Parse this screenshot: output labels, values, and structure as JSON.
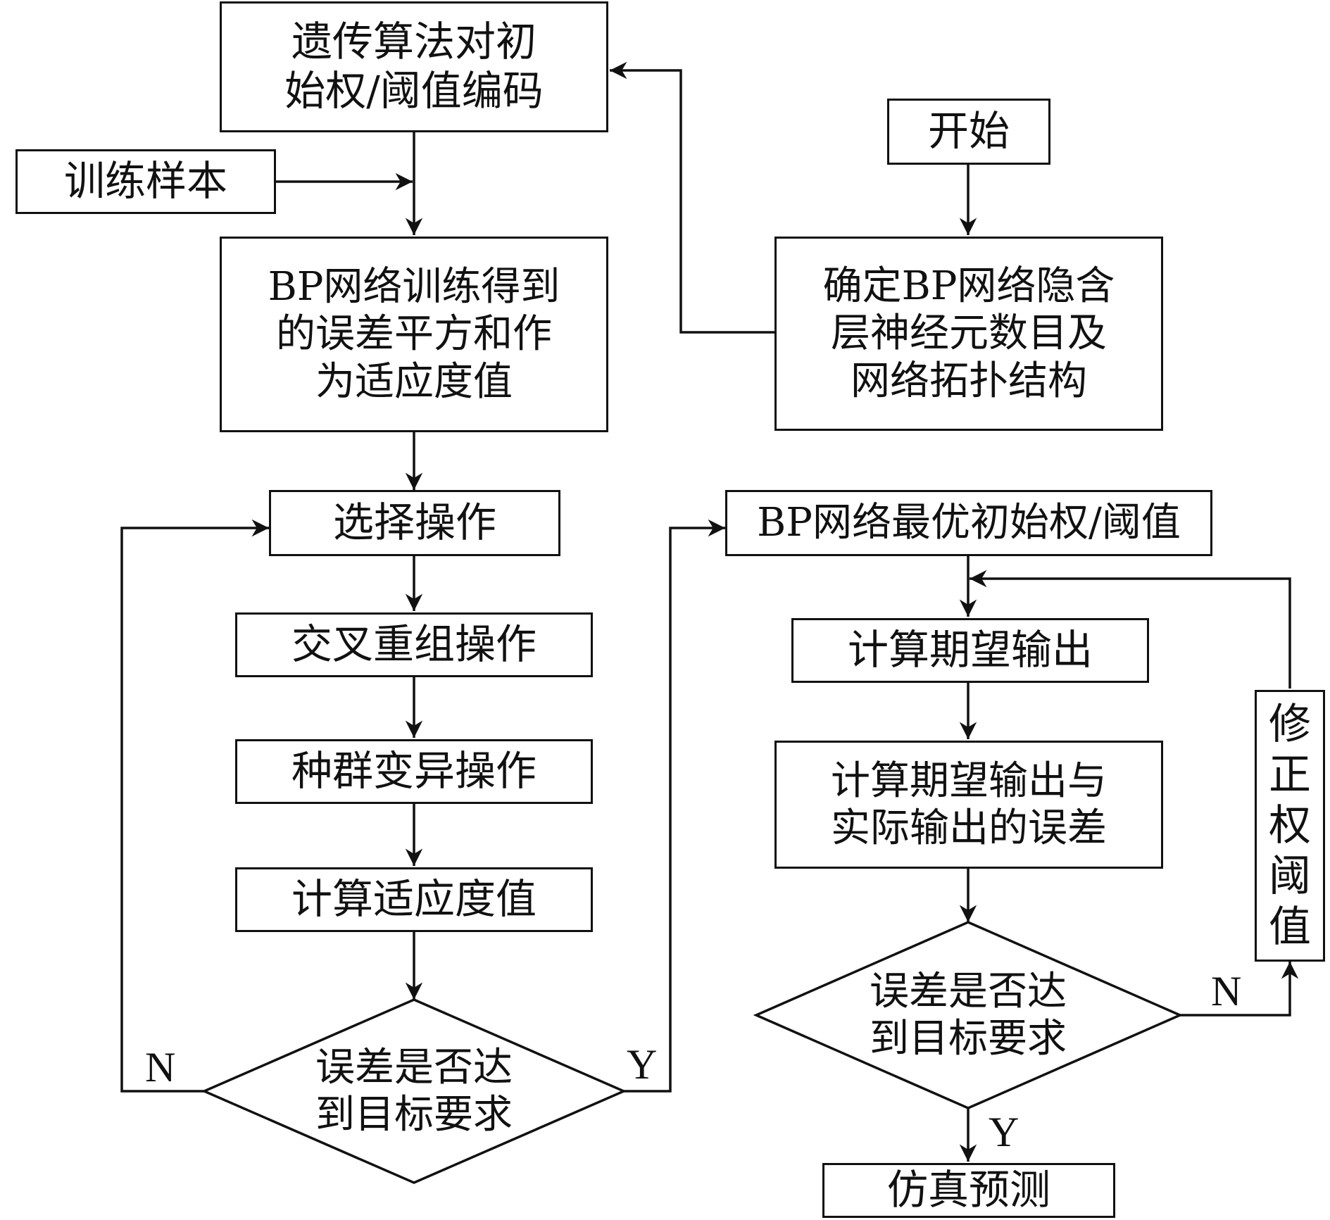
{
  "nodes": {
    "ga_encode": "遗传算法对初\n始权/阈值编码",
    "train_samples": "训练样本",
    "bp_train": "BP网络训练得到\n的误差平方和作\n为适应度值",
    "select": "选择操作",
    "crossover": "交叉重组操作",
    "mutation": "种群变异操作",
    "calc_fitness": "计算适应度值",
    "decision_left": "误差是否达\n到目标要求",
    "start": "开始",
    "determine": "确定BP网络隐含\n层神经元数目及\n网络拓扑结构",
    "bp_optimal": "BP网络最优初始权/阈值",
    "calc_expected": "计算期望输出",
    "calc_error": "计算期望输出与\n实际输出的误差",
    "decision_right": "误差是否达\n到目标要求",
    "modify": [
      "修",
      "正",
      "权",
      "阈",
      "值"
    ],
    "simulate": "仿真预测"
  },
  "labels": {
    "left_n": "N",
    "left_y": "Y",
    "right_n": "N",
    "right_y": "Y"
  }
}
